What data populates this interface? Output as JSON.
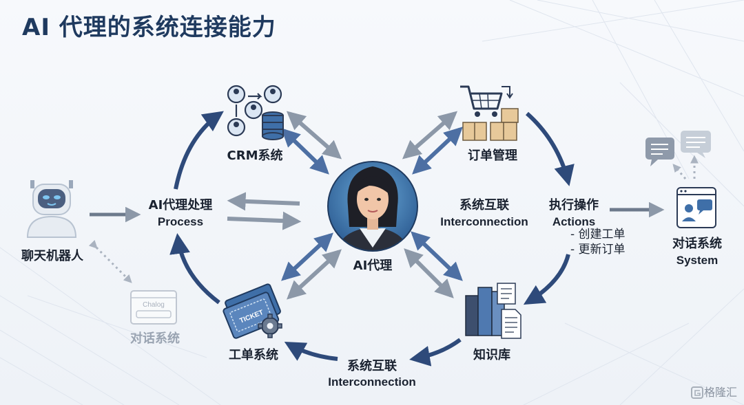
{
  "title": "AI 代理的系统连接能力",
  "nodes": {
    "crm": "CRM系统",
    "orders": "订单管理",
    "ai_agent": "AI代理",
    "chatbot": "聊天机器人",
    "ticket": "工单系统",
    "knowledge": "知识库",
    "ai_process_cn": "AI代理处理",
    "ai_process_en": "Process",
    "interconnect_cn": "系统互联",
    "interconnect_en": "Interconnection",
    "actions_cn": "执行操作",
    "actions_en": "Actions",
    "dialog_system_cn": "对话系统",
    "dialog_system_en": "System",
    "bottom_interconnect_cn": "系统互联",
    "bottom_interconnect_en": "Interconnection",
    "faded_dialog": "对话系统",
    "chalog_window": "Chalog",
    "ticket_stamp": "TICKET"
  },
  "actions_list": [
    "- 创建工单",
    "- 更新订单"
  ],
  "watermark": "格隆汇",
  "colors": {
    "title": "#1f3a5f",
    "arrow_dark": "#2e4a7a",
    "arrow_mid": "#4d6fa3",
    "arrow_gray": "#8c98a8",
    "icon_blue": "#3f6fa8",
    "icon_dark": "#2b3a55"
  },
  "icons": [
    "crm-icon",
    "shopping-cart-icon",
    "robot-icon",
    "ticket-icon",
    "books-icon",
    "chat-window-icon",
    "chat-bubbles-icon",
    "agent-avatar"
  ]
}
